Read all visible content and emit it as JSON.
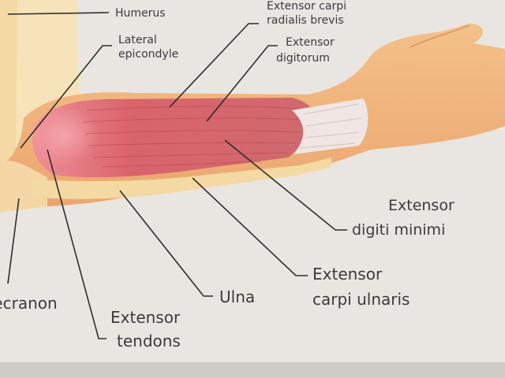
{
  "labels": {
    "humerus": "Humerus",
    "ecrb_line1": "Extensor carpi",
    "ecrb_line2": "radialis brevis",
    "lateral_epicondyle_line1": "Lateral",
    "lateral_epicondyle_line2": "epicondyle",
    "extensor_digitorum_line1": "Extensor",
    "extensor_digitorum_line2": "digitorum",
    "extensor_digiti_minimi_line1": "Extensor",
    "extensor_digiti_minimi_line2": "digiti minimi",
    "extensor_carpi_ulnaris_line1": "Extensor",
    "extensor_carpi_ulnaris_line2": "carpi ulnaris",
    "ulna": "Ulna",
    "olecranon": "Olecranon",
    "extensor_tendons_line1": "Extensor",
    "extensor_tendons_line2": "tendons"
  },
  "colors": {
    "paper": "#e9e6e1",
    "skin": "#f0b17a",
    "skin_light": "#f7e0b2",
    "muscle": "#dc6e72",
    "muscle_dark": "#c4545c",
    "tendon": "#f0e6e2",
    "leader_line": "#2f2d2d",
    "label_text": "#3b3a40"
  }
}
